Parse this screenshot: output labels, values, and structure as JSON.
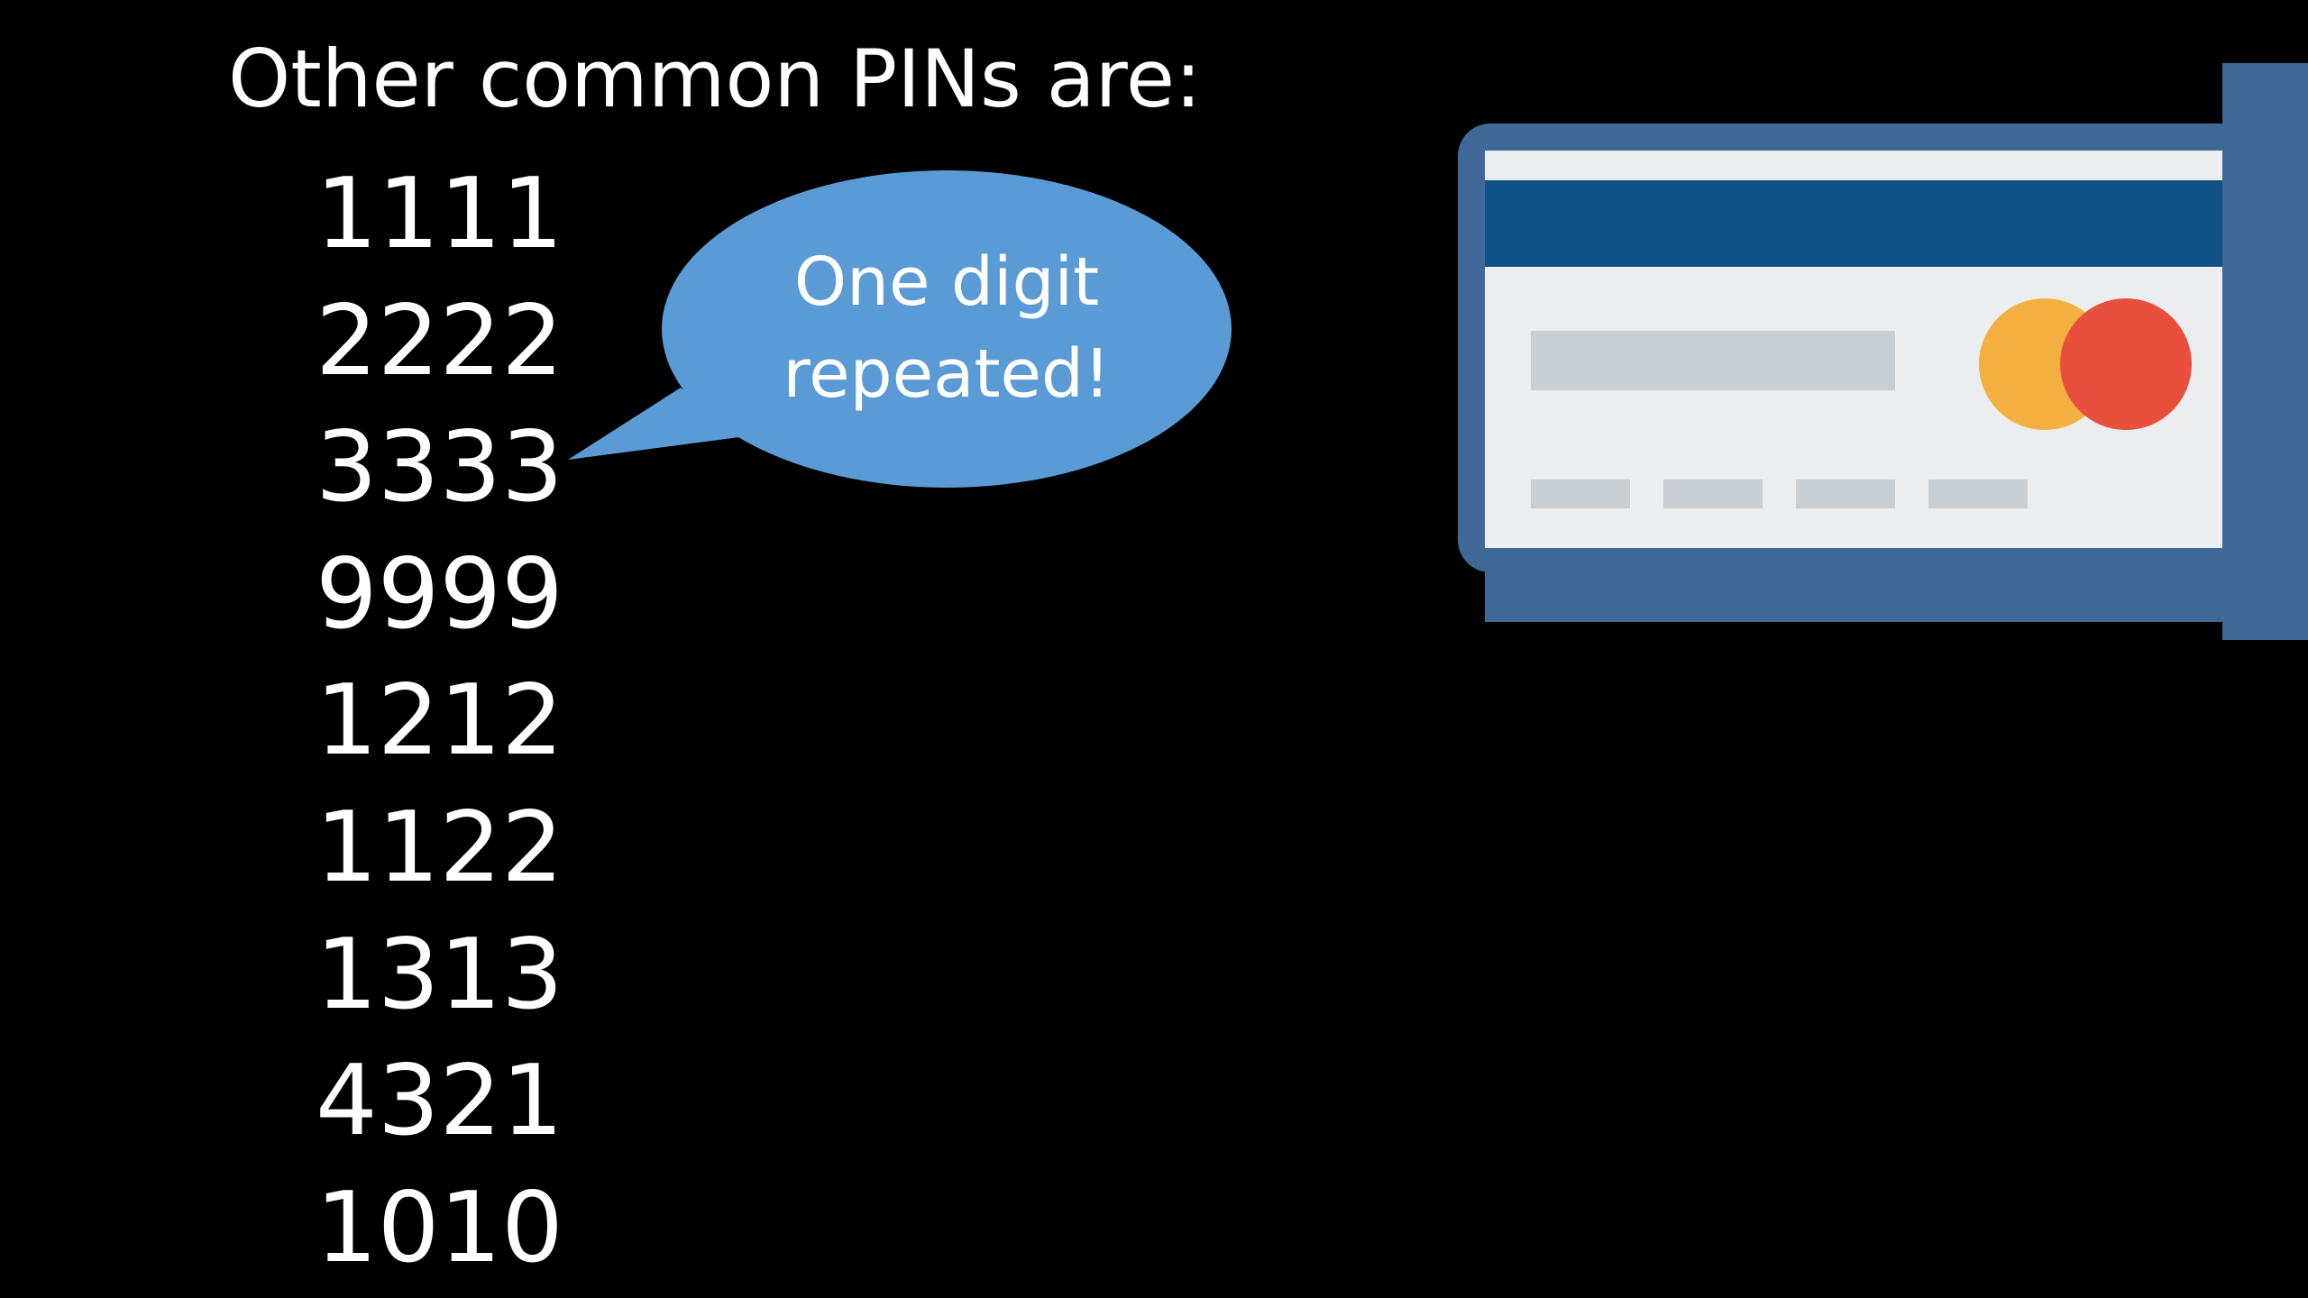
{
  "slide": {
    "title": "Other common PINs are:",
    "pins": [
      "1111",
      "2222",
      "3333",
      "9999",
      "1212",
      "1122",
      "1313",
      "4321",
      "1010"
    ],
    "callout": {
      "line1": "One digit",
      "line2": "repeated!"
    }
  },
  "illustration": {
    "subject": "credit-card-in-slot",
    "icons": [
      "credit-card-icon",
      "card-logo-icon",
      "card-slot-icon"
    ]
  },
  "colors": {
    "background": "#000000",
    "text": "#ffffff",
    "bubble": "#5b9bd5",
    "card_frame": "#3f6896",
    "card_body": "#ebedee",
    "card_stripe": "#0f5285",
    "card_placeholder": "#c9ced3",
    "logo_yellow": "#f4b040",
    "logo_red": "#e8503d"
  }
}
